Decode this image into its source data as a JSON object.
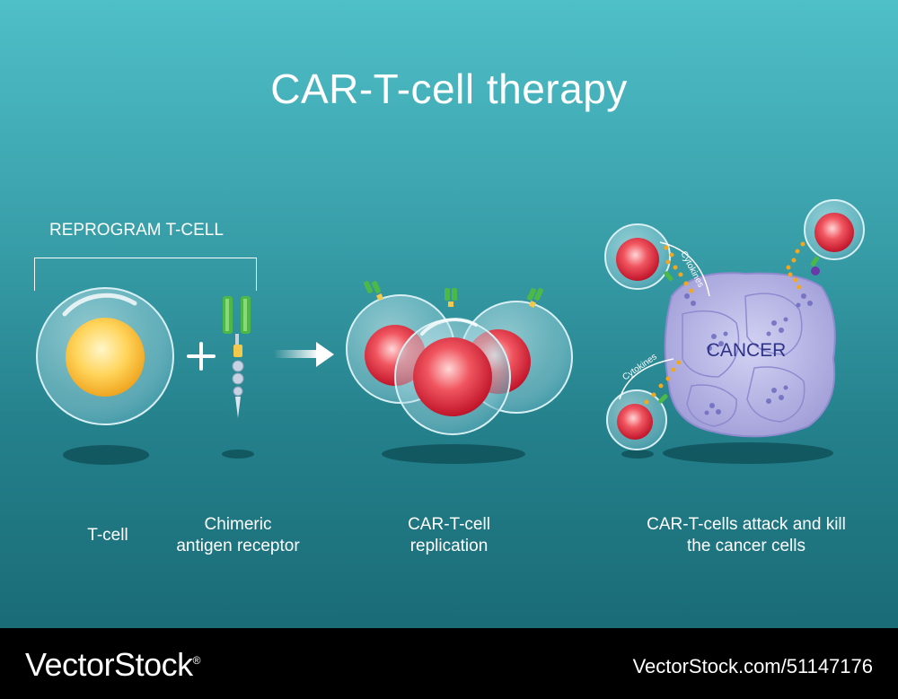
{
  "title": "CAR-T-cell therapy",
  "reprogram_label": "REPROGRAM T-CELL",
  "labels": {
    "tcell": "T-cell",
    "car_line1": "Chimeric",
    "car_line2": "antigen receptor",
    "replication_line1": "CAR-T-cell",
    "replication_line2": "replication",
    "attack_line1": "CAR-T-cells attack and kill",
    "attack_line2": "the cancer cells"
  },
  "cancer_label": "CANCER",
  "cytokines_label": "Cytokines",
  "footer": {
    "brand": "VectorStock",
    "brand_mark": "®",
    "image_id": "VectorStock.com/51147176"
  },
  "colors": {
    "background_top": "#4fbfc8",
    "background_bottom": "#1a6c77",
    "nucleus_tcell": "#f6c23a",
    "nucleus_car": "#e02a3a",
    "cancer": "#aaa8e0",
    "receptor": "#4cb848"
  }
}
